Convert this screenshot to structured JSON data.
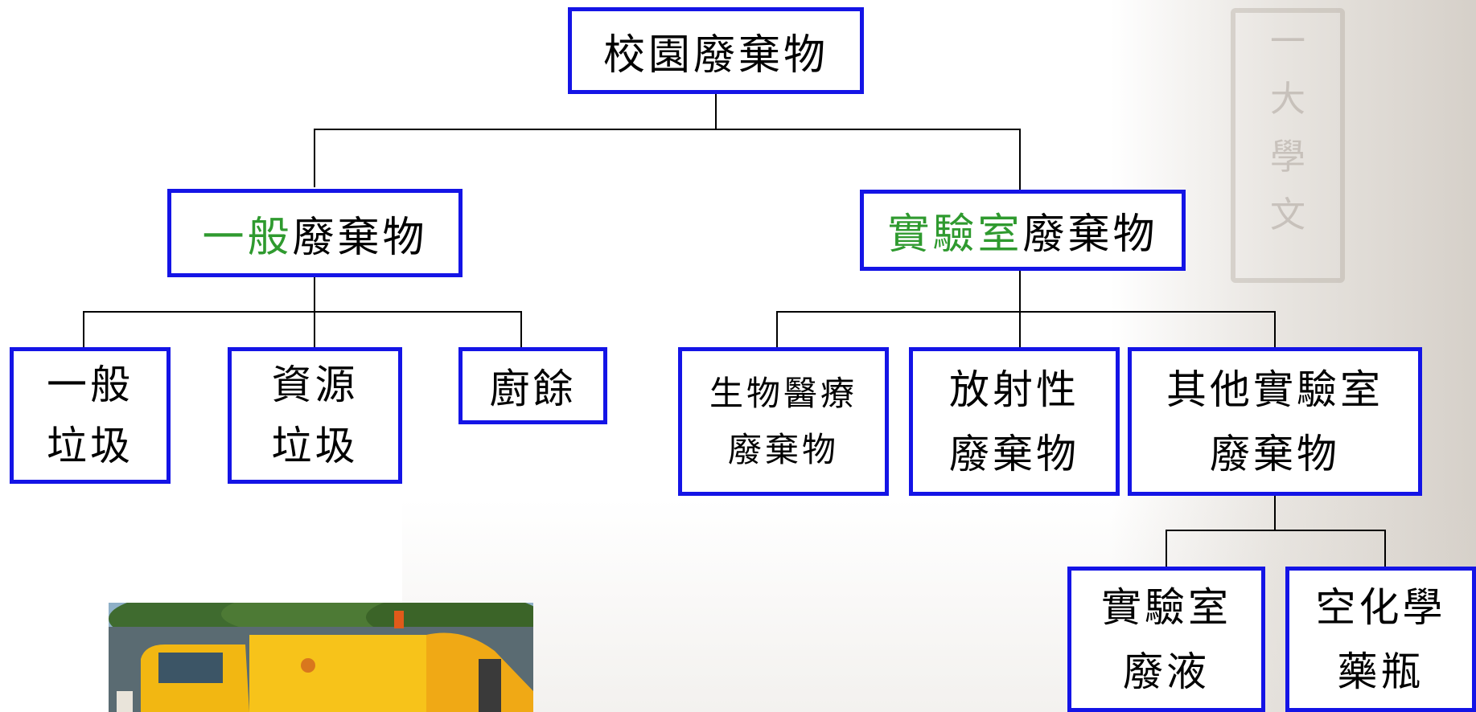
{
  "colors": {
    "box_border": "#1414e6",
    "highlight": "#2f9a2f",
    "line": "#000000"
  },
  "root": {
    "label": "校園廢棄物"
  },
  "general": {
    "highlight": "一般",
    "rest": "廢棄物"
  },
  "lab": {
    "highlight": "實驗室",
    "rest": "廢棄物"
  },
  "general_children": [
    {
      "label": "一般\n垃圾"
    },
    {
      "label": "資源\n垃圾"
    },
    {
      "label": "廚餘"
    }
  ],
  "lab_children": [
    {
      "label": "生物醫療\n廢棄物"
    },
    {
      "label": "放射性\n廢棄物"
    },
    {
      "label": "其他實驗室\n廢棄物"
    }
  ],
  "other_lab_children": [
    {
      "label": "實驗室\n廢液"
    },
    {
      "label": "空化學\n藥瓶"
    }
  ],
  "photo": {
    "subject": "garbage truck"
  }
}
